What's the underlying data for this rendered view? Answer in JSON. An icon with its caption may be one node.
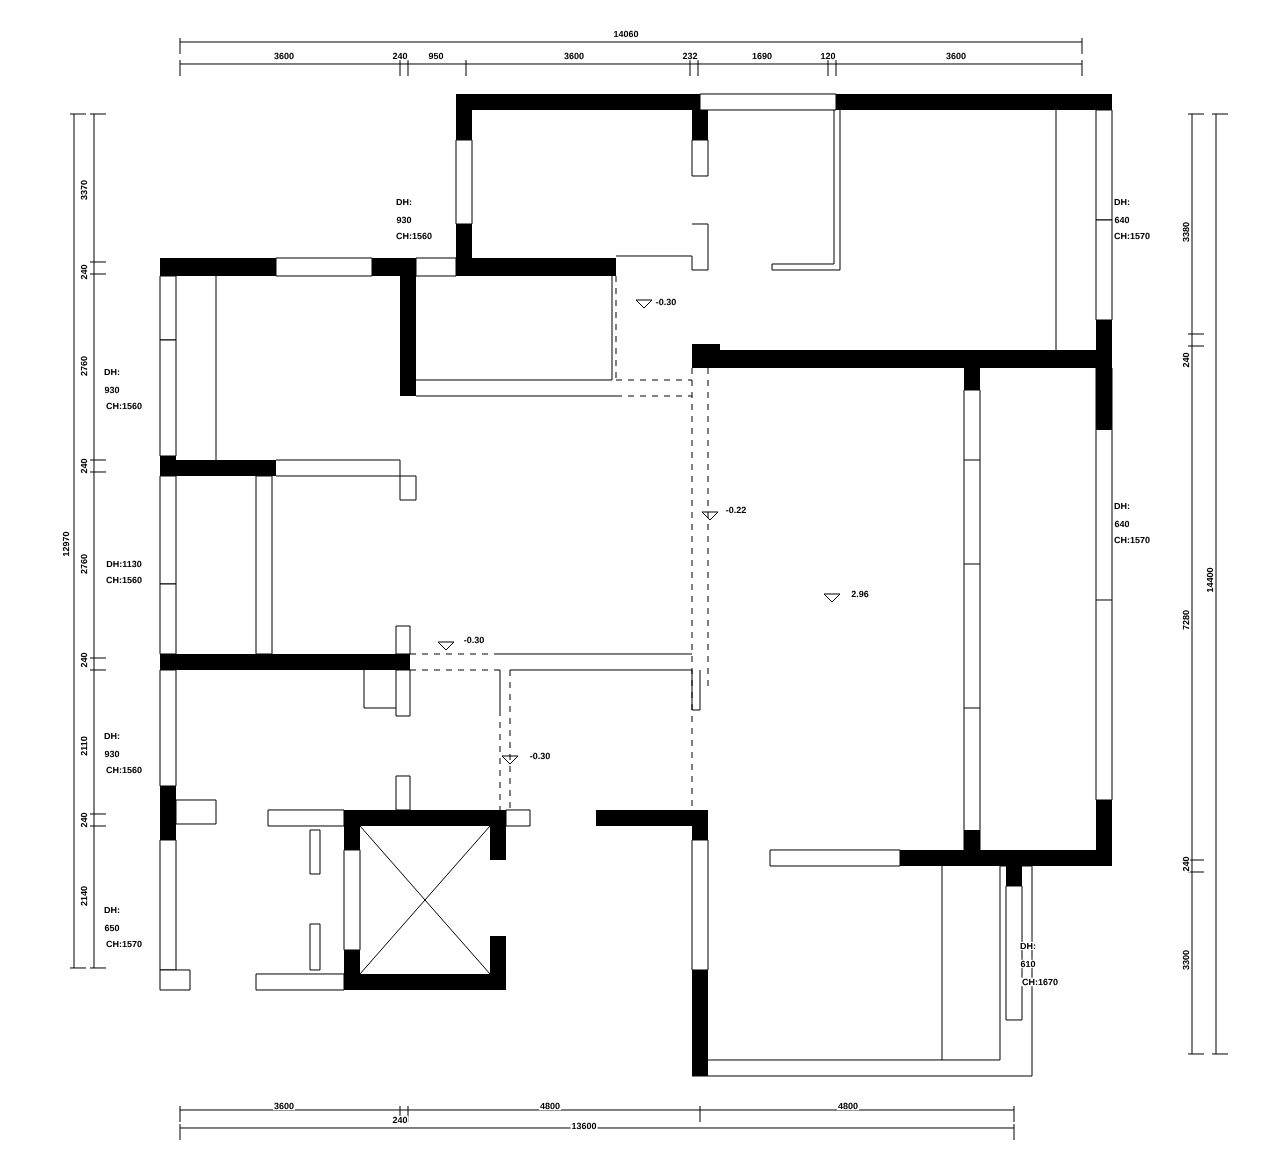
{
  "diagram": {
    "labels": [
      "14060",
      "3600",
      "240",
      "950",
      "3600",
      "232",
      "1690",
      "120",
      "3600",
      "3370",
      "DH:",
      "930",
      "CH:1560",
      "DH:",
      "640",
      "CH:1570",
      "3380",
      "-0.30",
      "240",
      "2760",
      "DH:",
      "240",
      "930",
      "CH:1560",
      "240",
      "-0.22",
      "DH:",
      "640",
      "CH:1570",
      "12970",
      "2760",
      "DH:1130",
      "CH:1560",
      "2.96",
      "7280",
      "14400",
      "-0.30",
      "240",
      "2110",
      "DH:",
      "930",
      "CH:1560",
      "-0.30",
      "240",
      "240",
      "2140",
      "DH:",
      "650",
      "CH:1570",
      "DH:",
      "610",
      "CH:1670",
      "3300",
      "3600",
      "240",
      "4800",
      "4800",
      "13600"
    ]
  }
}
